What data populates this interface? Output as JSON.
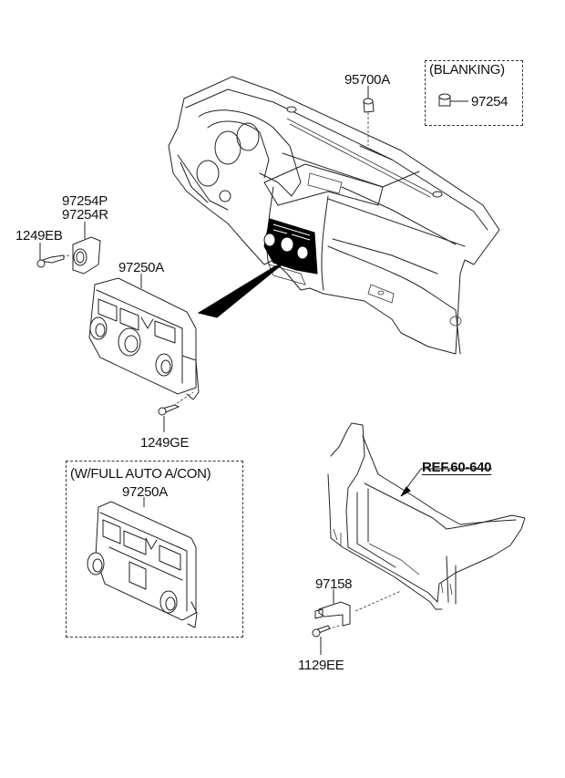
{
  "diagram": {
    "title": "Heater / A/C control unit parts diagram",
    "labels": {
      "switch_95700A": "95700A",
      "blanking_header": "(BLANKING)",
      "blanking_part": "97254",
      "switch_97254P": "97254P",
      "switch_97254R": "97254R",
      "screw_1249EB": "1249EB",
      "control_97250A": "97250A",
      "screw_1249GE": "1249GE",
      "full_auto_header": "(W/FULL AUTO A/CON)",
      "full_auto_control": "97250A",
      "reference": "REF.60-640",
      "sensor_97158": "97158",
      "bolt_1129EE": "1129EE"
    }
  }
}
